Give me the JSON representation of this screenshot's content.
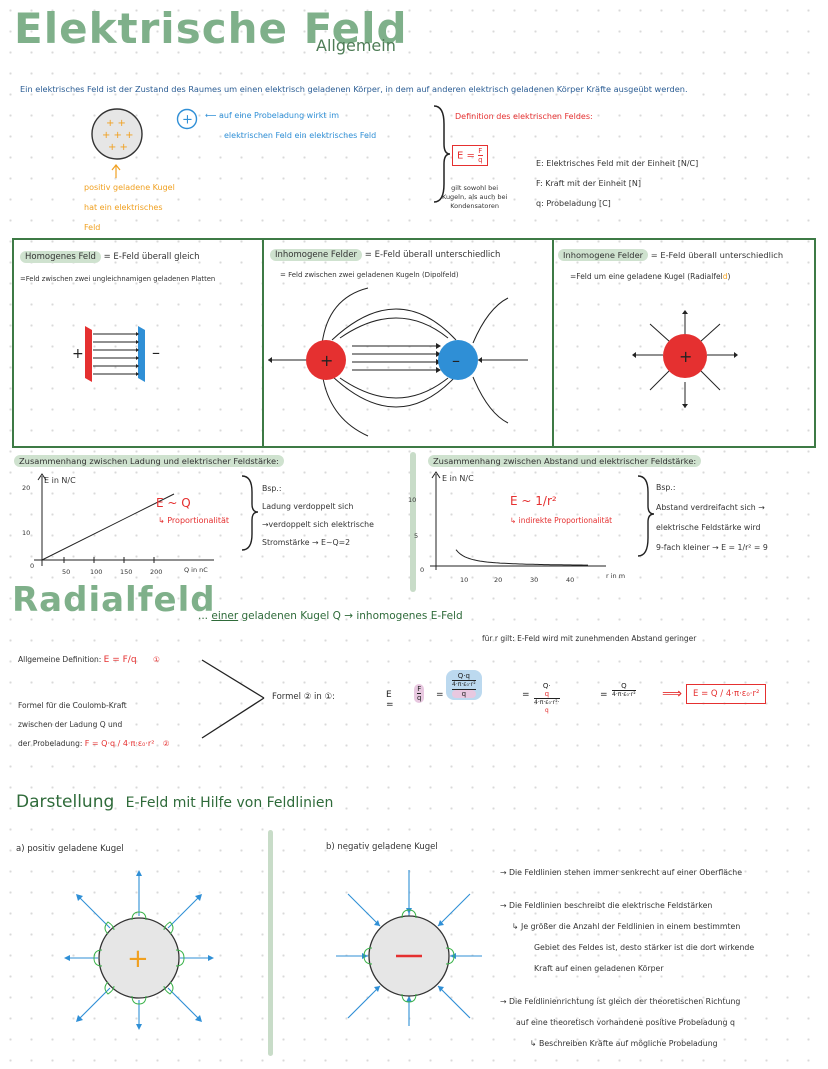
{
  "header": {
    "title": "Elektrische Feld",
    "subtitle": "Allgemein",
    "intro": "Ein elektrisches Feld ist der Zustand des Raumes um einen elektrisch geladenen Körper, in dem auf anderen elektrisch geladenen Körper Kräfte ausgeübt werden."
  },
  "allgemein": {
    "probe_note_1": "auf eine Probeladung wirkt im",
    "probe_note_2": "elektrischen Feld ein elektrisches Feld",
    "kugel_note_1": "positiv geladene Kugel",
    "kugel_note_2": "hat ein elektrisches",
    "kugel_note_3": "Feld",
    "def_title": "Definition des elektrischen Feldes:",
    "formula": "E = F/q",
    "gilt_1": "gilt sowohl bei",
    "gilt_2": "Kugeln, als auch bei",
    "gilt_3": "Kondensatoren",
    "legend_E": "E: Elektrisches Feld mit der Einheit [N/C]",
    "legend_F": "F: Kraft mit der Einheit [N]",
    "legend_q": "q: Probeladung [C]"
  },
  "fields": {
    "homogen_head": "Homogenes Feld",
    "homogen_rest": "= E-Feld überall gleich",
    "homogen_desc": "=Feld zwischen zwei ungleichnamigen geladenen Platten",
    "inhomogen_head": "Inhomogene Felder",
    "inhomogen_rest": "= E-Feld überall unterschiedlich",
    "inhomogen_desc": "= Feld zwischen zwei geladenen Kugeln (Dipolfeld)",
    "radial_head": "Inhomogene Felder",
    "radial_rest": "= E-Feld überall unterschiedlich",
    "radial_desc_a": "=Feld um eine geladene Kugel (Radialfel",
    "radial_desc_b": "d",
    "radial_desc_c": ")"
  },
  "zus1": {
    "title": "Zusammenhang zwischen Ladung und elektrischer Feldstärke:",
    "yaxis": "E in N/C",
    "yticks": [
      "20",
      "10",
      "0"
    ],
    "xticks": [
      "50",
      "100",
      "150",
      "200"
    ],
    "xunit": "Q in nC",
    "rel": "E ~ Q",
    "prop": "Proportionalität",
    "bsp": "Bsp.:",
    "b1": "Ladung verdoppelt sich",
    "b2": "verdoppelt sich elektrische",
    "b3": "Stromstärke → E~Q=2"
  },
  "zus2": {
    "title": "Zusammenhang zwischen Abstand und elektrischer Feldstärke:",
    "yaxis": "E in N/C",
    "yticks": [
      "10",
      "5",
      "0"
    ],
    "xticks": [
      "10",
      "20",
      "30",
      "40"
    ],
    "xunit": "r in m",
    "rel": "E ~ 1/r²",
    "prop": "indirekte Proportionalität",
    "bsp": "Bsp.:",
    "b1": "Abstand verdreifacht sich →",
    "b2": "elektrische Feldstärke wird",
    "b3": "9-fach kleiner → E = 1/r² = 9"
  },
  "radial": {
    "title": "Radialfeld",
    "sub_prefix": "... ",
    "sub_ul": "einer",
    "sub_rest": " geladenen Kugel Q → inhomogenes E-Feld",
    "note": "für r gilt: E-Feld wird mit zunehmenden Abstand geringer",
    "def_label": "Allgemeine Definition:",
    "def_formula": "E = F/q",
    "coul_1": "Formel für die Coulomb-Kraft",
    "coul_2": "zwischen der Ladung Q und",
    "coul_3": "der Probeladung:",
    "coul_formula": "F = Q·q / 4·π·ε₀·r²",
    "formel_in": "Formel ② in ①:",
    "deriv_start": "E =",
    "result": "E = Q / 4·π·ε₀·r²",
    "num1": "①",
    "num2": "②"
  },
  "darstellung": {
    "title": "Darstellung",
    "title_rest": "E-Feld mit Hilfe von Feldlinien",
    "a_label": "a) positiv geladene Kugel",
    "b_label": "b) negativ geladene Kugel",
    "p1": "Die Feldlinien stehen immer senkrecht auf einer Oberfläche",
    "p2": "Die Feldlinien beschreibt die elektrische Feldstärken",
    "p2a": "Je größer die Anzahl der Feldlinien in einem bestimmten",
    "p2b": "Gebiet des Feldes ist, desto stärker ist die dort wirkende",
    "p2c": "Kraft auf einen geladenen Körper",
    "p3": "Die Feldlinienrichtung ist gleich der theoretischen Richtung",
    "p3a": "auf eine theoretisch vorhandene positive Probeladung q",
    "p3b": "Beschreiben Kräfte auf mögliche Probeladung"
  },
  "colors": {
    "green": "#3d7a45",
    "red": "#e53030",
    "blue": "#2f8fd6",
    "orange": "#f0a020"
  }
}
